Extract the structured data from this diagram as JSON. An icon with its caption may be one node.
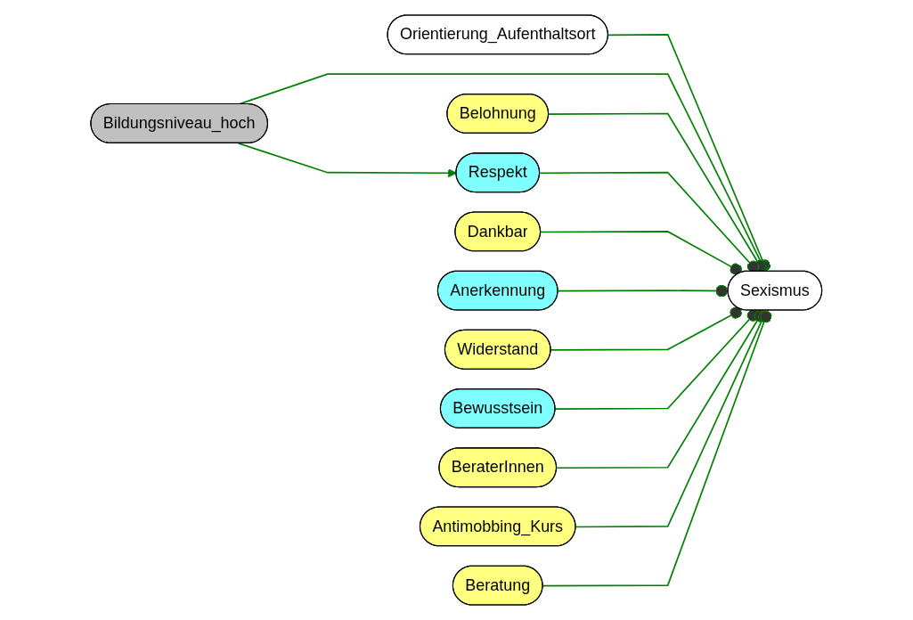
{
  "diagram": {
    "nodes": [
      {
        "text": [
          "Orientierung_Aufenthaltsort"
        ]
      },
      {
        "text": [
          "Bildungsniveau_hoch"
        ]
      },
      {
        "text": [
          "Belohnung"
        ]
      },
      {
        "text": [
          "Respekt"
        ]
      },
      {
        "text": [
          "Dankbar"
        ]
      },
      {
        "text": [
          "Sexismus"
        ]
      },
      {
        "text": [
          "Anerkennung"
        ]
      },
      {
        "text": [
          "Widerstand"
        ]
      },
      {
        "text": [
          "Bewusstsein"
        ]
      },
      {
        "text": [
          "BeraterInnen"
        ]
      },
      {
        "text": [
          "Antimobbing_Kurs"
        ]
      },
      {
        "text": [
          "Beratung"
        ]
      }
    ],
    "edges": [
      {
        "from": 1,
        "to": 3,
        "arrow": "to"
      },
      {
        "from": 0,
        "to": 5,
        "arrow": "other"
      },
      {
        "from": 1,
        "to": 5,
        "arrow": "other"
      },
      {
        "from": 2,
        "to": 5,
        "arrow": "other"
      },
      {
        "from": 3,
        "to": 5,
        "arrow": "other"
      },
      {
        "from": 4,
        "to": 5,
        "arrow": "other"
      },
      {
        "from": 6,
        "to": 5,
        "arrow": "other"
      },
      {
        "from": 7,
        "to": 5,
        "arrow": "other"
      },
      {
        "from": 8,
        "to": 5,
        "arrow": "other"
      },
      {
        "from": 9,
        "to": 5,
        "arrow": "other"
      },
      {
        "from": 10,
        "to": 5,
        "arrow": "other"
      },
      {
        "from": 11,
        "to": 5,
        "arrow": "other"
      }
    ]
  }
}
